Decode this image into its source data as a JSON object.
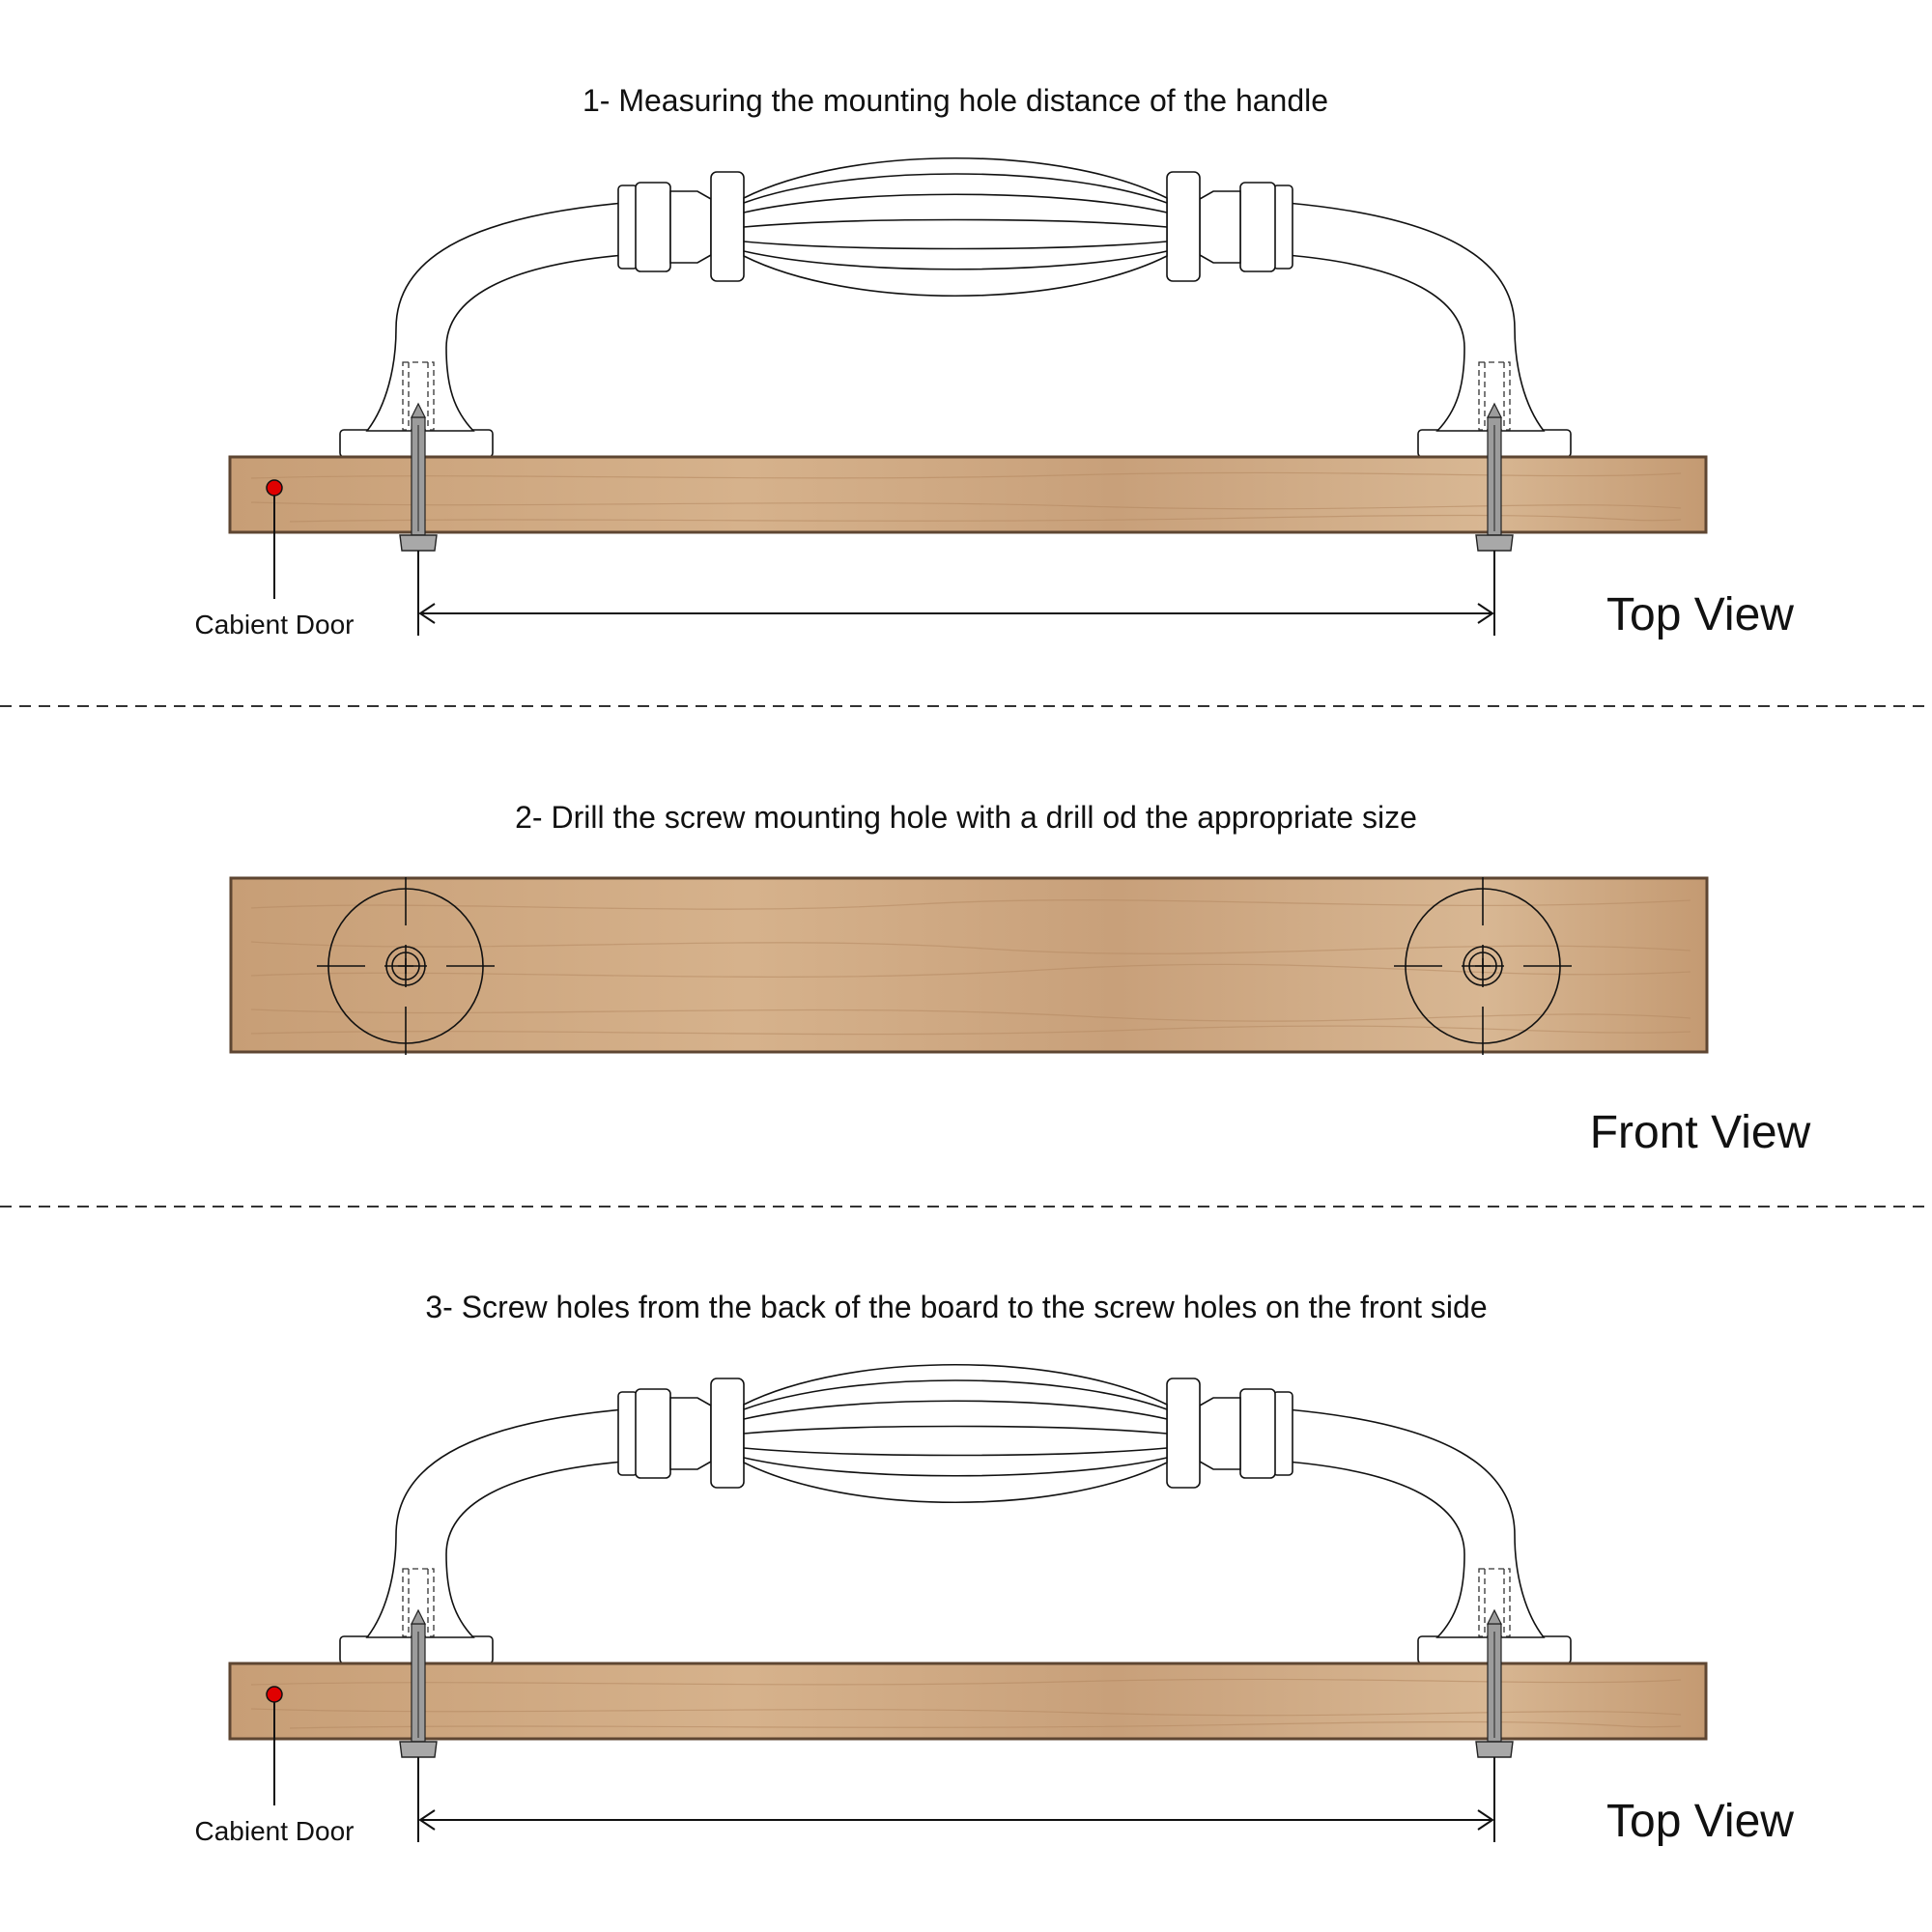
{
  "steps": [
    {
      "title": "1- Measuring the mounting hole distance of the handle",
      "view_label": "Top View",
      "part_label": "Cabient Door"
    },
    {
      "title": "2- Drill the screw mounting hole with a drill od the appropriate size",
      "view_label": "Front View"
    },
    {
      "title": "3- Screw holes from the back of the board to the screw holes on the front side",
      "view_label": "Top View",
      "part_label": "Cabient Door"
    }
  ],
  "colors": {
    "wood": "#c9a27c",
    "wood_light": "#d9b894",
    "wood_edge": "#5e4632",
    "marker": "#e00000",
    "screw": "#a9a9a9",
    "line": "#111111"
  }
}
